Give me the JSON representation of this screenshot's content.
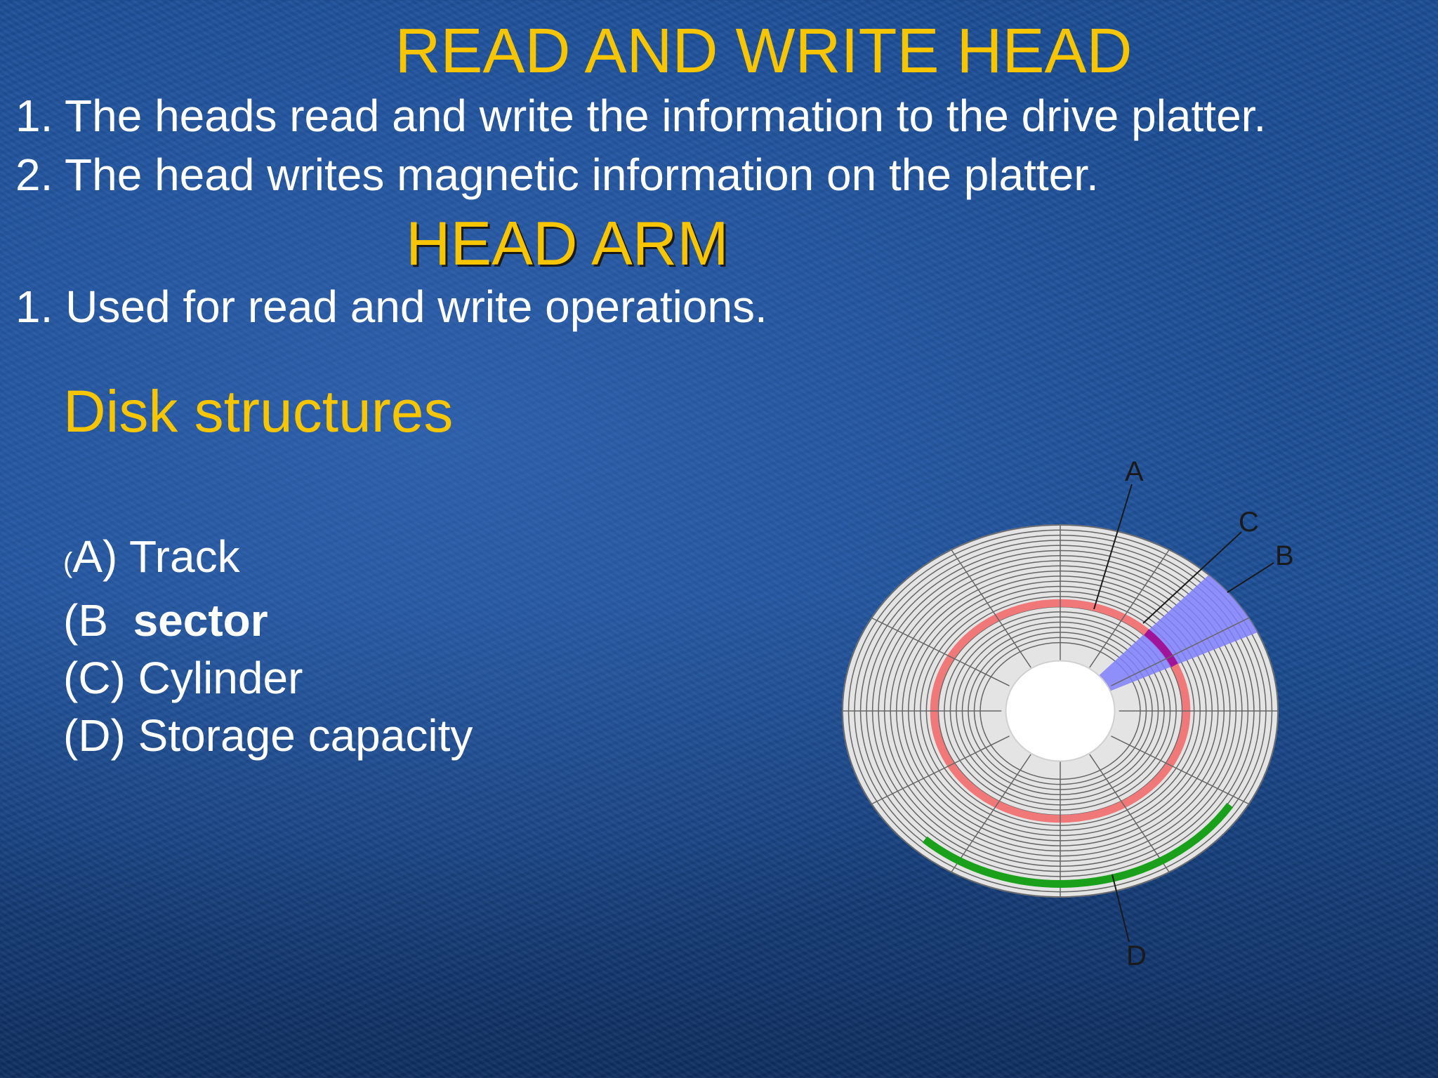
{
  "slide": {
    "title_read_write": "READ AND WRITE HEAD",
    "read_write_points": [
      "1. The heads read and write the information to the drive platter.",
      "2. The head writes magnetic information on the platter."
    ],
    "title_head_arm": "HEAD ARM",
    "head_arm_points": [
      "1. Used for read and write operations."
    ],
    "disk_heading": "Disk structures",
    "structure_items": {
      "a_paren": "(",
      "a_text": "A) Track",
      "b_prefix": "(B  ",
      "b_bold": "sector",
      "c_text": "(C) Cylinder",
      "d_text": "(D) Storage capacity"
    }
  },
  "diagram": {
    "labels": {
      "a": "A",
      "b": "B",
      "c": "C",
      "d": "D"
    },
    "colors": {
      "platter": "#e4e4e4",
      "track_lines": "#666666",
      "track_highlight": "#f07878",
      "sector_fill": "#8080ff",
      "cylinder_highlight": "#a0149a",
      "capacity_arc": "#1aa01a",
      "label_color": "#1a1a1a",
      "title_yellow": "#f7c600",
      "text_white": "#ffffff"
    }
  }
}
